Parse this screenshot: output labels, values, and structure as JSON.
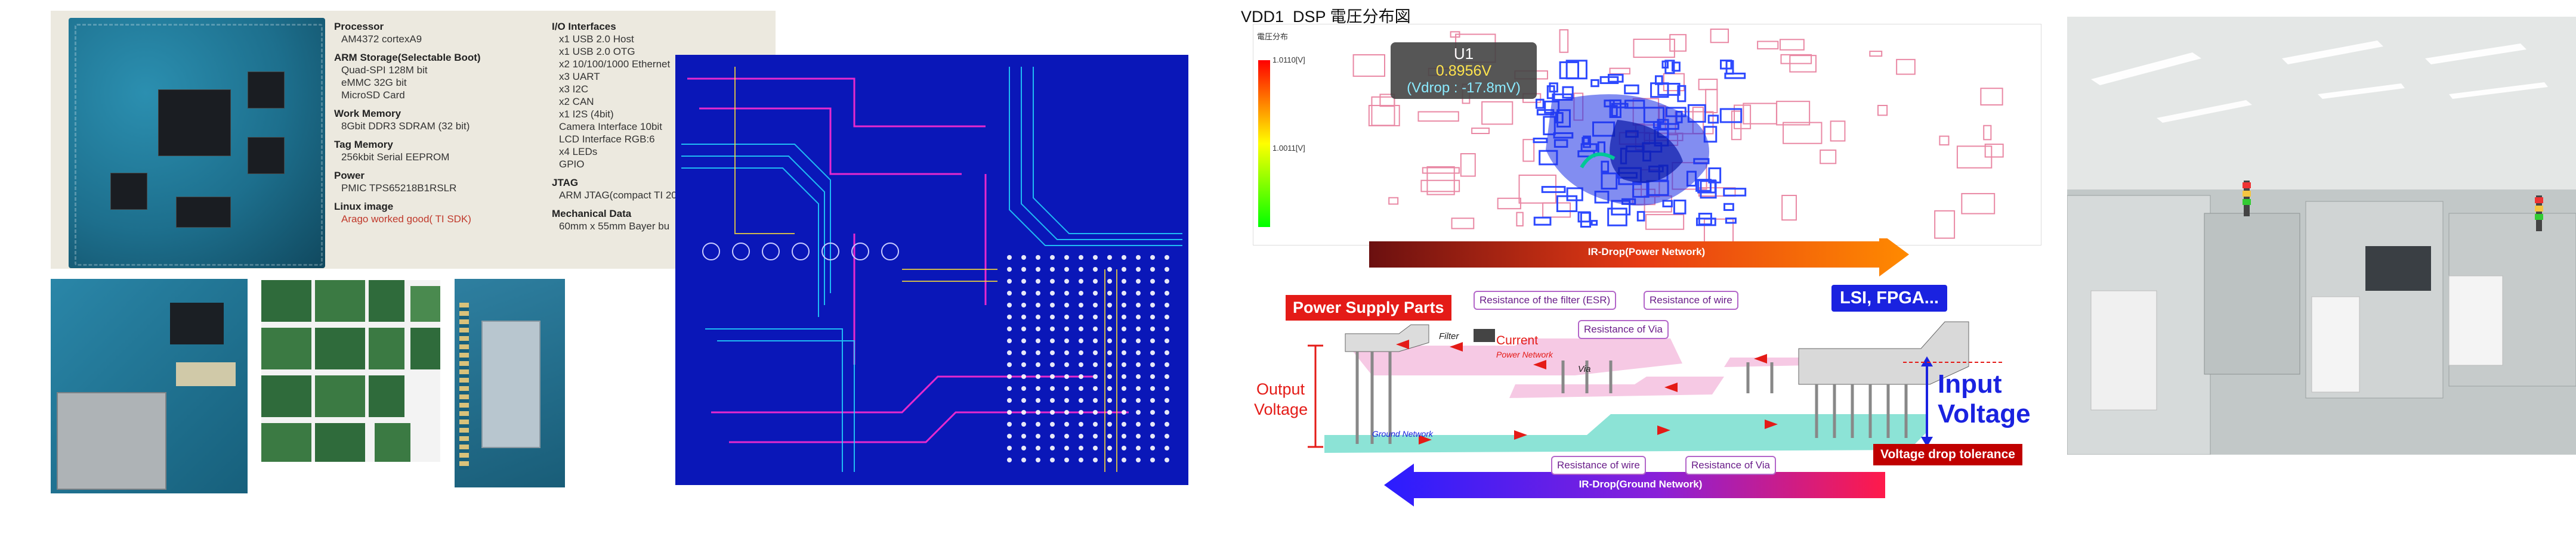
{
  "spec": {
    "sections_left": [
      {
        "title": "Processor",
        "items": [
          "AM4372 cortexA9"
        ]
      },
      {
        "title": "ARM Storage(Selectable Boot)",
        "items": [
          "Quad-SPI 128M bit",
          "eMMC 32G bit",
          "MicroSD Card"
        ]
      },
      {
        "title": "Work Memory",
        "items": [
          "8Gbit DDR3 SDRAM (32 bit)"
        ]
      },
      {
        "title": "Tag Memory",
        "items": [
          "256kbit Serial EEPROM"
        ]
      },
      {
        "title": "Power",
        "items": [
          "PMIC TPS65218B1RSLR"
        ]
      },
      {
        "title": "Linux image",
        "items": [
          "Arago worked good( TI SDK)"
        ]
      }
    ],
    "sections_right": [
      {
        "title": "I/O Interfaces",
        "items": [
          "x1 USB 2.0 Host",
          "x1 USB 2.0 OTG",
          "x2 10/100/1000 Ethernet",
          "x3 UART",
          "x3 I2C",
          "x2 CAN",
          "x1 I2S (4bit)",
          "Camera Interface 10bit",
          "LCD Interface RGB:6",
          "x4 LEDs",
          "GPIO"
        ]
      },
      {
        "title": "JTAG",
        "items": [
          "ARM JTAG(compact TI 20"
        ]
      },
      {
        "title": "Mechanical Data",
        "items": [
          "60mm x 55mm  Bayer bu"
        ]
      }
    ]
  },
  "irmap": {
    "title": "VDD1_DSP 電圧分布図",
    "legend_header": "電圧分布",
    "legend_top": "1.0110[V]",
    "legend_mid": "1.0011[V]",
    "callout_ref": "U1",
    "callout_voltage": "0.8956V",
    "callout_vdrop": "(Vdrop : -17.8mV)"
  },
  "diagram": {
    "power_arrow_label": "IR-Drop(Power Network)",
    "ground_arrow_label": "IR-Drop(Ground Network)",
    "power_supply_parts": "Power Supply Parts",
    "lsi_fpga": "LSI, FPGA...",
    "res_filter": "Resistance of the filter (ESR)",
    "res_wire_top": "Resistance of wire",
    "res_via_top": "Resistance of Via",
    "res_wire_bottom": "Resistance of wire",
    "res_via_bottom": "Resistance of Via",
    "filter": "Filter",
    "current": "Current",
    "power_network": "Power Network",
    "via": "Via",
    "ground_network": "Ground Network",
    "output_voltage_1": "Output",
    "output_voltage_2": "Voltage",
    "input_voltage_1": "Input",
    "input_voltage_2": "Voltage",
    "voltage_drop_tolerance": "Voltage drop tolerance"
  },
  "colors": {
    "red_label": "#e41b17",
    "blue_label": "#1a22e0",
    "pcb_bg": "#0a17b8",
    "pink_plane": "#f6c6e3",
    "teal_plane": "#7fe0d2"
  }
}
